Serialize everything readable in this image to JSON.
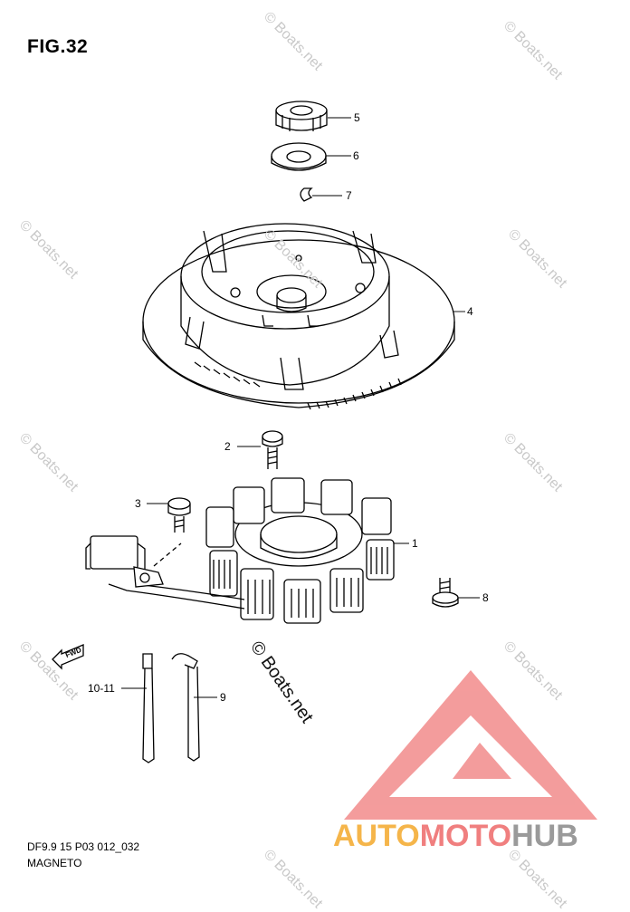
{
  "figure": {
    "title": "FIG.32"
  },
  "callouts": [
    {
      "id": "5",
      "text": "5"
    },
    {
      "id": "6",
      "text": "6"
    },
    {
      "id": "7",
      "text": "7"
    },
    {
      "id": "4",
      "text": "4"
    },
    {
      "id": "2",
      "text": "2"
    },
    {
      "id": "3",
      "text": "3"
    },
    {
      "id": "1",
      "text": "1"
    },
    {
      "id": "8",
      "text": "8"
    },
    {
      "id": "10-11",
      "text": "10-11"
    },
    {
      "id": "9",
      "text": "9"
    }
  ],
  "fwd_marker": "FWD",
  "footer": {
    "code": "DF9.9 15 P03 012_032",
    "name": "MAGNETO"
  },
  "watermark": {
    "text": "© Boats.net"
  },
  "brand_logo": {
    "part1": "AUTO",
    "part2": "MOTO",
    "part3": "HUB",
    "colors": [
      "#f5b54a",
      "#f07f7f",
      "#9a9a9a"
    ]
  }
}
